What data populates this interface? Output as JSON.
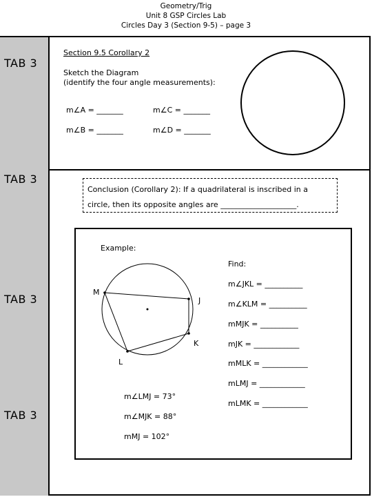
{
  "header": {
    "line1": "Geometry/Trig",
    "line2": "Unit 8 GSP Circles Lab",
    "line3": "Circles Day 3 (Section 9-5) – page 3"
  },
  "tabs": [
    "TAB 3",
    "TAB 3",
    "TAB 3",
    "TAB 3"
  ],
  "section1": {
    "title": "Section 9.5 Corollary 2",
    "instruction_line1": "Sketch the Diagram",
    "instruction_line2": "(identify the four angle measurements):",
    "angle_a": "m∠A = _______",
    "angle_b": "m∠B = _______",
    "angle_c": "m∠C = _______",
    "angle_d": "m∠D = _______"
  },
  "conclusion": {
    "line1": "Conclusion (Corollary 2):  If a quadrilateral is inscribed in a",
    "line2": "circle, then its opposite angles are ____________________."
  },
  "example": {
    "label": "Example:",
    "points": {
      "M": "M",
      "J": "J",
      "K": "K",
      "L": "L"
    },
    "given1": "m∠LMJ = 73°",
    "given2": "m∠MJK = 88°",
    "given3": "mMJ = 102°",
    "find_label": "Find:",
    "find_items": [
      "m∠JKL = __________",
      "m∠KLM = __________",
      "mMJK = __________",
      "mJK = ____________",
      "mMLK = ____________",
      "mLMJ = ____________",
      "mLMK = ____________"
    ]
  }
}
